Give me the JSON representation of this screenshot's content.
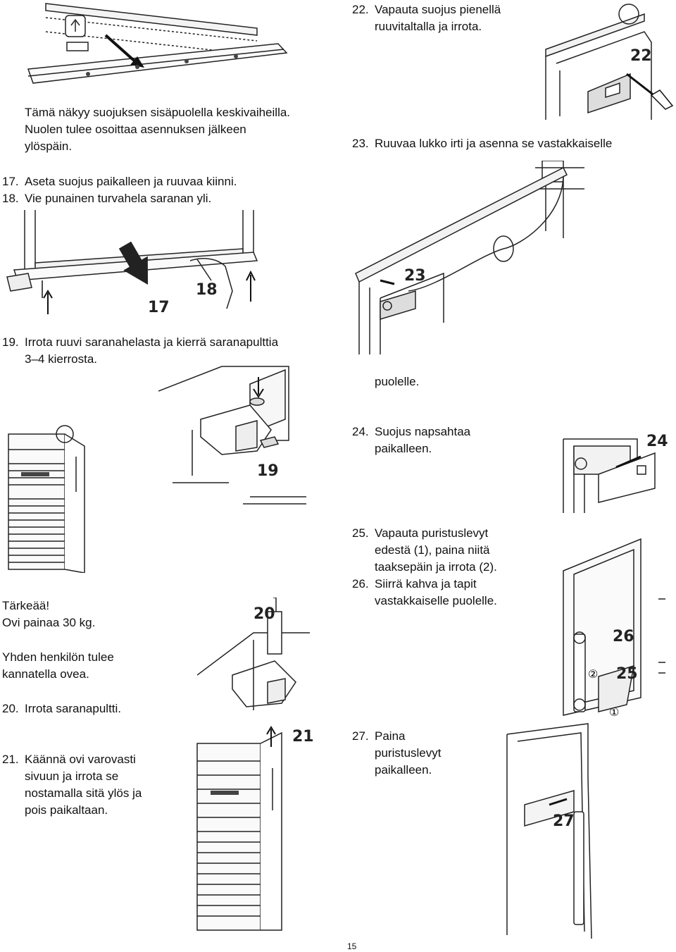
{
  "steps": {
    "s22": {
      "num": "22.",
      "l1": "Vapauta suojus pienellä",
      "l2": "ruuvitaltalla ja irrota."
    },
    "note_arrow": {
      "l1": "Tämä näkyy suojuksen sisäpuolella keskivaiheilla.",
      "l2": "Nuolen tulee osoittaa asennuksen jälkeen",
      "l3": "ylöspäin."
    },
    "s23": {
      "num": "23.",
      "l1": "Ruuvaa lukko irti ja asenna se vastakkaiselle",
      "l2": "puolelle."
    },
    "s17": {
      "num": "17.",
      "text": "Aseta suojus paikalleen ja ruuvaa kiinni."
    },
    "s18": {
      "num": "18.",
      "text": "Vie punainen turvahela saranan yli."
    },
    "s19": {
      "num": "19.",
      "l1": "Irrota ruuvi saranahelasta ja kierrä saranapulttia",
      "l2": "3–4 kierrosta."
    },
    "s24": {
      "num": "24.",
      "l1": "Suojus napsahtaa",
      "l2": "paikalleen."
    },
    "s25": {
      "num": "25.",
      "l1": "Vapauta puristuslevyt",
      "l2": "edestä (1), paina niitä",
      "l3": "taaksepäin ja irrota (2)."
    },
    "s26": {
      "num": "26.",
      "l1": "Siirrä kahva ja tapit",
      "l2": "vastakkaiselle puolelle."
    },
    "important": {
      "title": "Tärkeää!",
      "l1": "Ovi painaa 30 kg.",
      "l2": "Yhden henkilön tulee",
      "l3": "kannatella ovea."
    },
    "s20": {
      "num": "20.",
      "text": "Irrota saranapultti."
    },
    "s21": {
      "num": "21.",
      "l1": "Käännä ovi varovasti",
      "l2": "sivuun ja irrota se",
      "l3": "nostamalla sitä ylös ja",
      "l4": "pois paikaltaan."
    },
    "s27": {
      "num": "27.",
      "l1": "Paina",
      "l2": "puristuslevyt",
      "l3": "paikalleen."
    }
  },
  "figure_badges": {
    "f17": "17",
    "f18": "18",
    "f19": "19",
    "f20": "20",
    "f21": "21",
    "f22": "22",
    "f23": "23",
    "f24": "24",
    "f25": "25",
    "f26": "26",
    "f27": "27",
    "c1": "①",
    "c2": "②"
  },
  "page_number": "15"
}
